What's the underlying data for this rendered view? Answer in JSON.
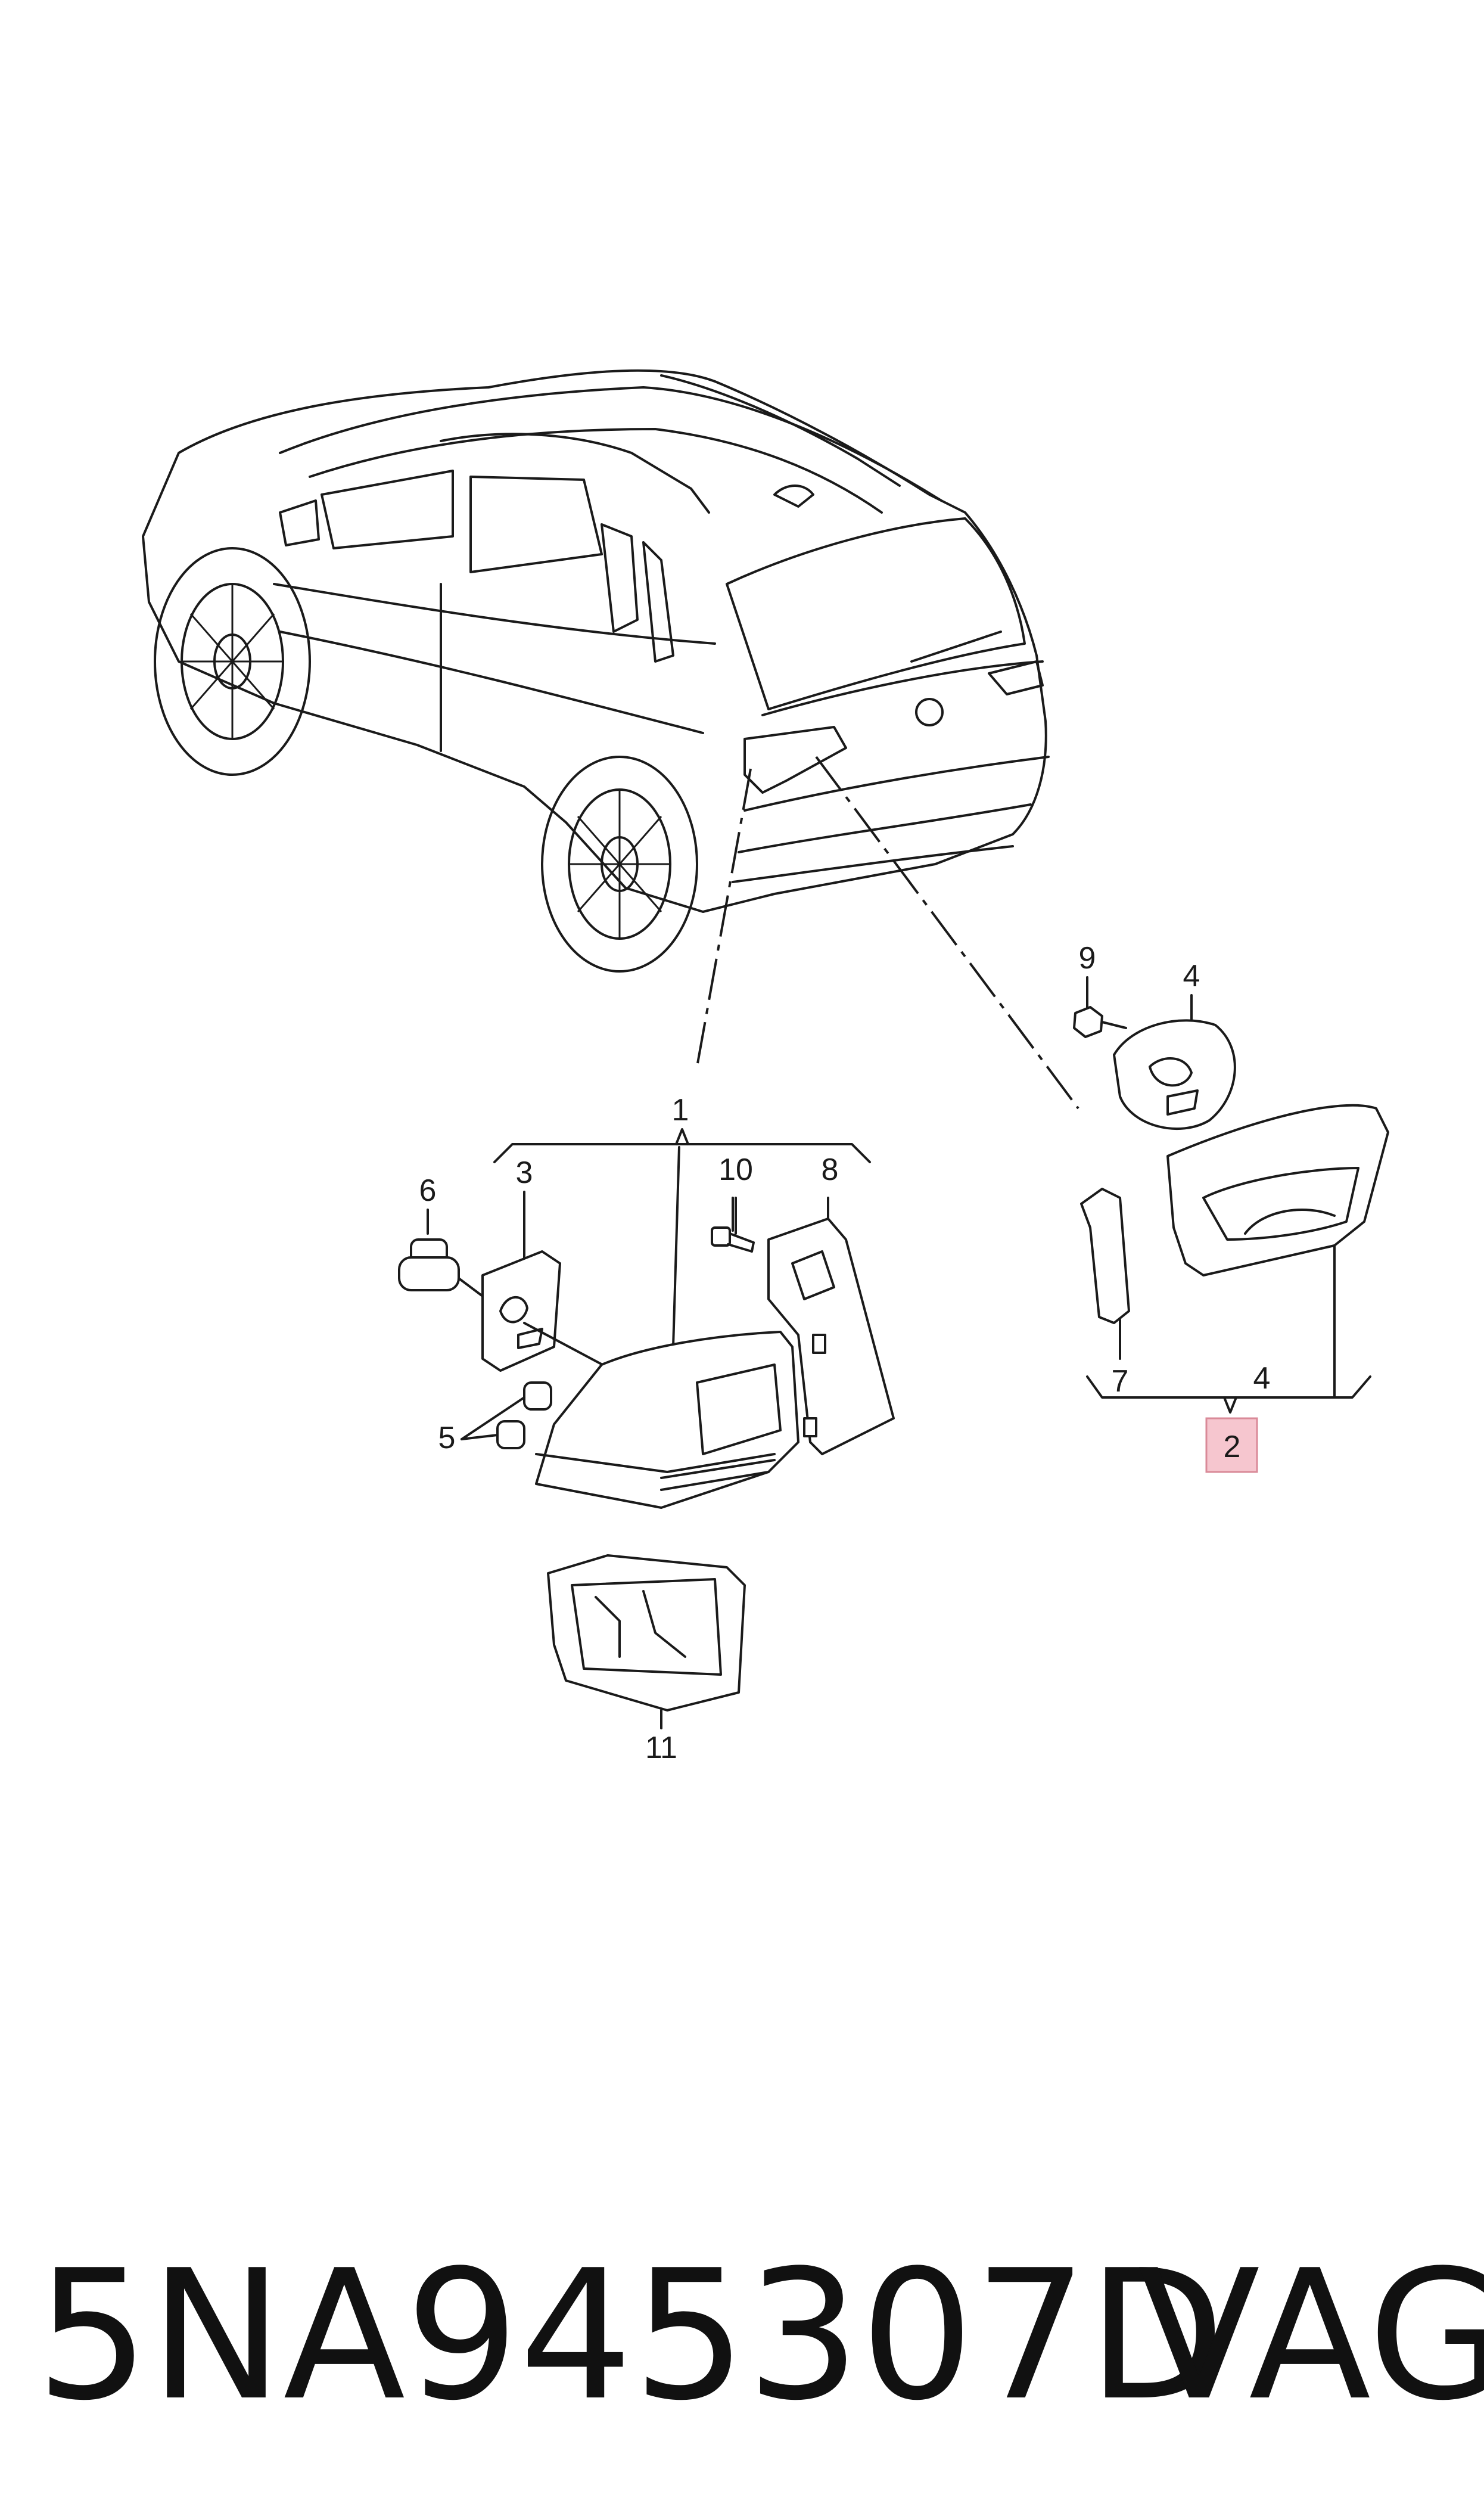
{
  "callouts": {
    "c1": "1",
    "c2": "2",
    "c3": "3",
    "c4a": "4",
    "c4b": "4",
    "c5": "5",
    "c6": "6",
    "c7": "7",
    "c8": "8",
    "c9": "9",
    "c10": "10",
    "c11": "11"
  },
  "highlight_color": "#f6c6cf",
  "footer": {
    "part_number": "5NA945307D",
    "brand": "VAG"
  }
}
